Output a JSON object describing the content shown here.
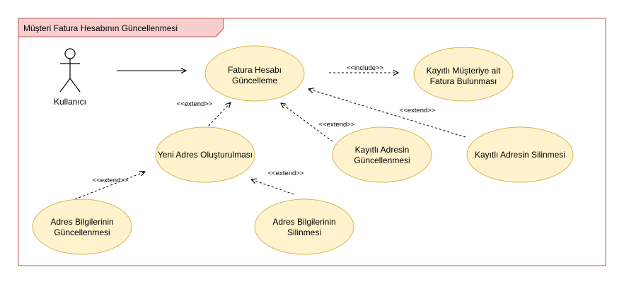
{
  "frame": {
    "title": "Müşteri Fatura Hesabının Güncellenmesi",
    "border_color": "#b85450",
    "tab_fill": "#f8cecc"
  },
  "actor": {
    "label": "Kullanıcı",
    "icon": "stick-figure-icon"
  },
  "use_case_style": {
    "fill": "#fff2cc",
    "stroke": "#d6b656"
  },
  "use_cases": {
    "fatura_hesabi": [
      "Fatura Hesabı",
      "Güncelleme"
    ],
    "kayitli_musteri": [
      "Kayıtlı Müşteriye ait",
      "Fatura Bulunması"
    ],
    "yeni_adres": [
      "Yeni Adres Oluşturulması"
    ],
    "kayitli_adres_guncel": [
      "Kayıtlı Adresin",
      "Güncellenmesi"
    ],
    "kayitli_adres_silin": [
      "Kayıtlı Adresin Silinmesi"
    ],
    "adres_bilgi_guncel": [
      "Adres Bilgilerinin",
      "Güncellenmesi"
    ],
    "adres_bilgi_silin": [
      "Adres Bilgilerinin",
      "Silinmesi"
    ]
  },
  "relations": {
    "include": "<<include>>",
    "extend": "<<extend>>"
  }
}
